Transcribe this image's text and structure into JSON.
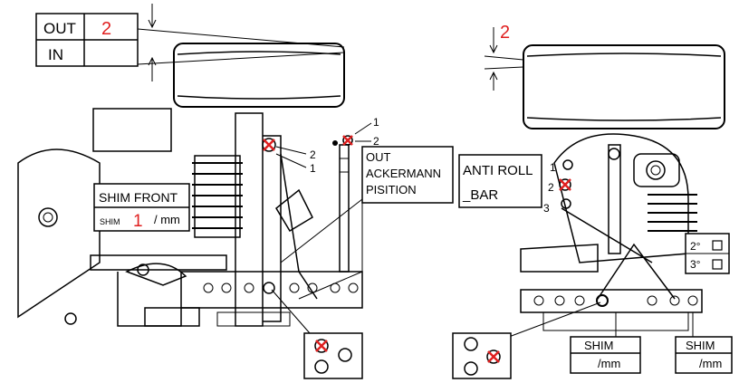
{
  "colors": {
    "ink": "#000000",
    "paper": "#ffffff",
    "marker": "#e02020"
  },
  "icons": [
    "x-mark-icon",
    "hole-circle-icon",
    "bolt-icon"
  ],
  "left": {
    "table": {
      "out_label": "OUT",
      "out_value": "2",
      "in_label": "IN",
      "in_value": ""
    },
    "shim_front": {
      "title": "SHIM FRONT",
      "shim_small": "SHIM",
      "shim_value": "1",
      "unit": "/ mm"
    },
    "ackermann": {
      "line1": "OUT",
      "line2": "ACKERMANN",
      "line3": "PISITION"
    },
    "callouts": [
      "1",
      "2",
      "2",
      "1"
    ]
  },
  "right": {
    "toe_value": "2",
    "anti_roll": {
      "line1": "ANTI ROLL",
      "line2": "_BAR"
    },
    "positions": [
      "1",
      "2",
      "3"
    ],
    "angles": [
      "2°",
      "3°"
    ],
    "shim_left": {
      "label": "SHIM",
      "unit": "/mm"
    },
    "shim_right": {
      "label": "SHIM",
      "unit": "/mm"
    }
  }
}
